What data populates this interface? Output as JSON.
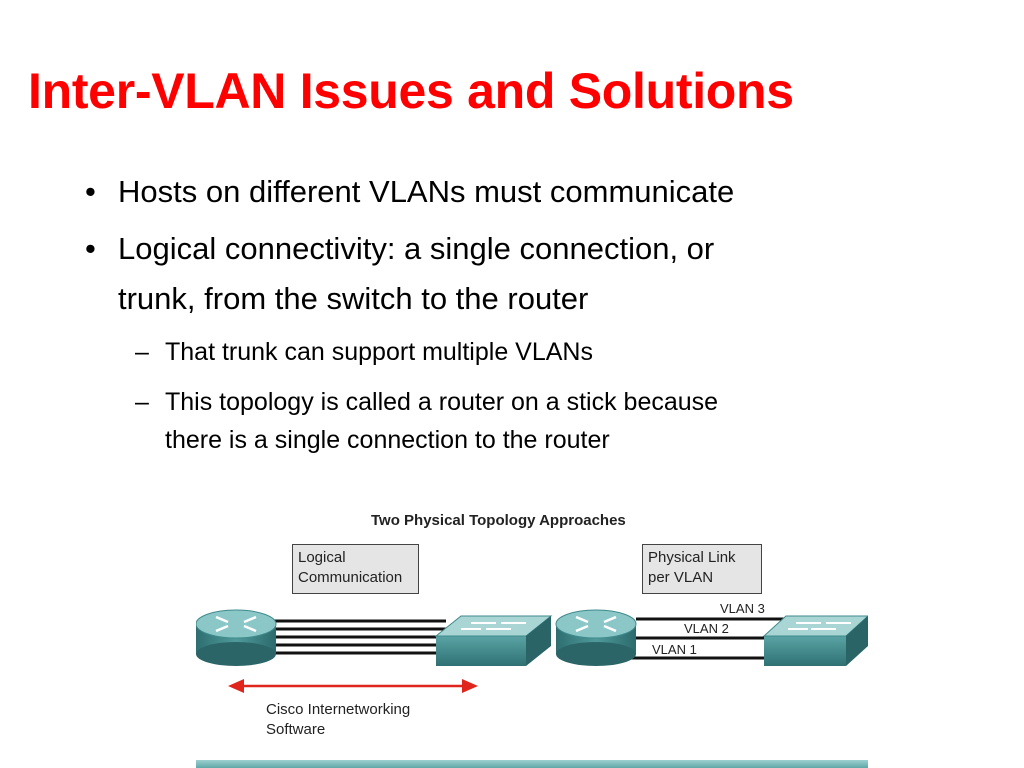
{
  "slide": {
    "title": "Inter-VLAN Issues and Solutions",
    "bullets": [
      {
        "marker": "•",
        "text": "Hosts on different VLANs must communicate"
      },
      {
        "marker": "•",
        "line1": "Logical connectivity: a single connection, or",
        "line2": "trunk, from the switch to the router",
        "sub": [
          {
            "marker": "–",
            "text": "That trunk can support multiple VLANs"
          },
          {
            "marker": "–",
            "line1": "This topology is called a router on a stick because",
            "line2": "there is a single connection to the router"
          }
        ]
      }
    ]
  },
  "figure": {
    "title": "Two Physical Topology Approaches",
    "left_box": {
      "line1": "Logical",
      "line2": "Communication"
    },
    "right_box": {
      "line1": "Physical Link",
      "line2": "per VLAN"
    },
    "vlan_labels": [
      "VLAN 3",
      "VLAN 2",
      "VLAN 1"
    ],
    "ios_label": {
      "line1": "Cisco Internetworking",
      "line2": "Software"
    },
    "colors": {
      "device_teal": "#3f8a8c",
      "device_light": "#8cc7c8",
      "arrow_red": "#e0261c",
      "bar_teal": "#6fb3b4"
    }
  }
}
